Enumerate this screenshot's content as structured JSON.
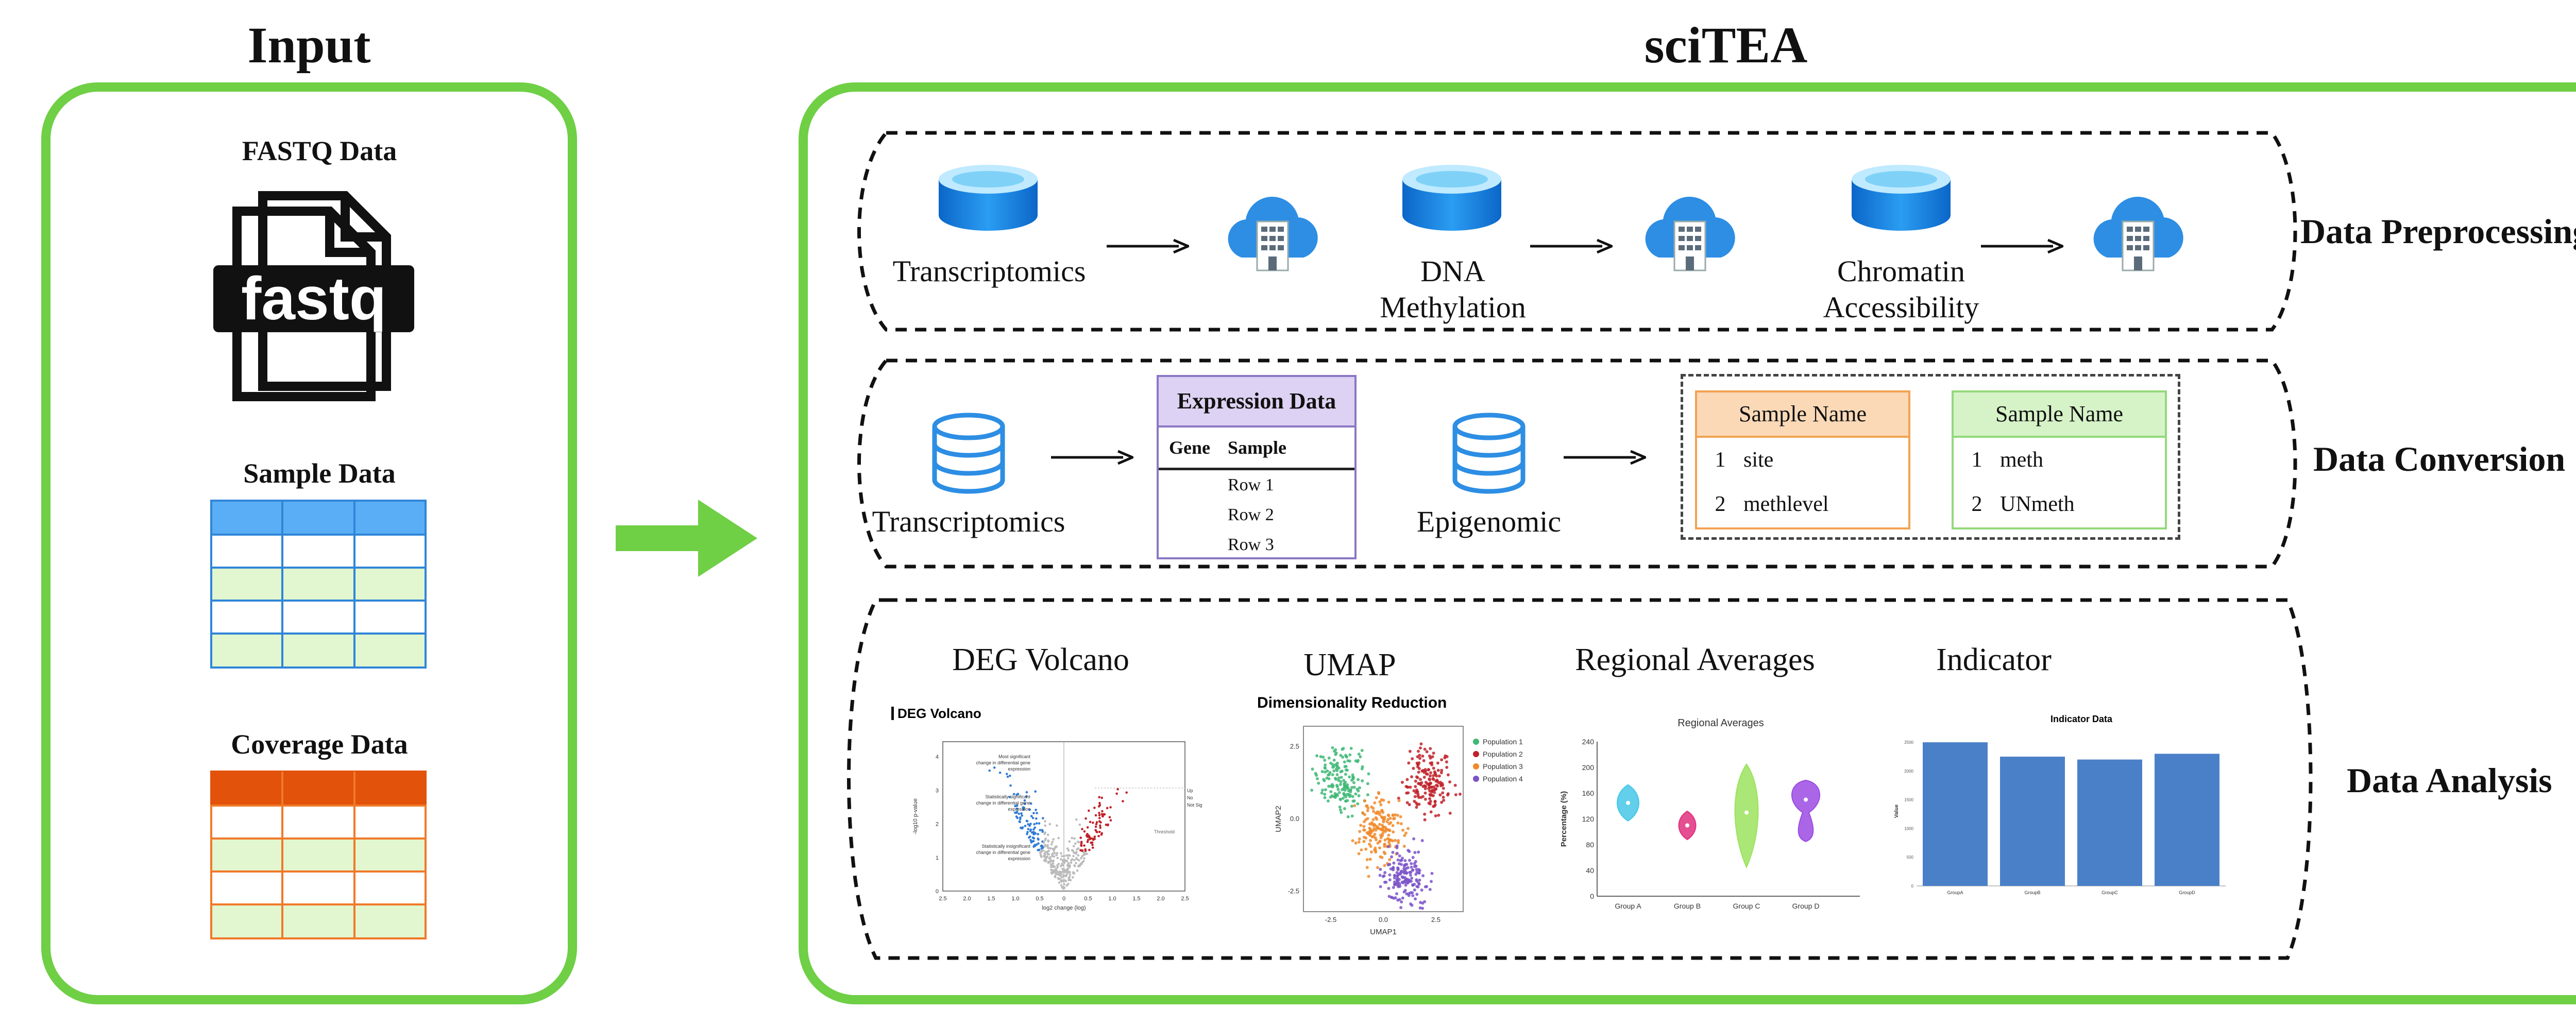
{
  "input": {
    "title": "Input",
    "fastq_label": "FASTQ Data",
    "fastq_icon_text": "fastq",
    "sample_label": "Sample Data",
    "coverage_label": "Coverage Data"
  },
  "scitea": {
    "title": "sciTEA",
    "preprocessing": {
      "side_label": "Data Preprocessing",
      "items": [
        "Transcriptomics",
        "DNA\nMethylation",
        "Chromatin\nAccessibility"
      ]
    },
    "conversion": {
      "side_label": "Data Conversion",
      "transcriptomics": "Transcriptomics",
      "epigenomic": "Epigenomic",
      "expression": {
        "title": "Expression Data",
        "col_gene": "Gene",
        "col_sample": "Sample",
        "rows": [
          "Row 1",
          "Row 2",
          "Row 3"
        ]
      },
      "sample_orange": {
        "header": "Sample Name",
        "rows": [
          [
            "1",
            "site"
          ],
          [
            "2",
            "methlevel"
          ]
        ]
      },
      "sample_green": {
        "header": "Sample Name",
        "rows": [
          [
            "1",
            "meth"
          ],
          [
            "2",
            "UNmeth"
          ]
        ]
      }
    },
    "analysis": {
      "side_label": "Data Analysis",
      "panels": [
        {
          "title": "DEG Volcano",
          "subtitle": "DEG Volcano"
        },
        {
          "title": "UMAP",
          "subtitle": "Dimensionality Reduction"
        },
        {
          "title": "Regional Averages",
          "subtitle": "Regional Averages"
        },
        {
          "title": "Indicator",
          "subtitle": "Indicator Data"
        }
      ]
    }
  },
  "colors": {
    "frame_green": "#6fcf45",
    "cylinder_blue": "#1f8fe0",
    "cloud_blue": "#2d8ee4",
    "sample_blue": "#5aaef5",
    "sample_light_green": "#e2f6cf",
    "coverage_orange": "#e2520a",
    "expression_purple": "#8b78c4",
    "orange_table": "#f1a353",
    "green_table": "#93d97b"
  },
  "chart_data": [
    {
      "type": "scatter",
      "title": "DEG Volcano",
      "xlabel": "log2 change (log)",
      "ylabel": "-log10 p-value",
      "x_ticks": [
        "2.5",
        "2.0",
        "1.5",
        "1.0",
        "0.5",
        "0",
        "0.5",
        "1.0",
        "1.5",
        "2.0",
        "2.5"
      ],
      "y_ticks": [
        "0",
        "1",
        "2",
        "3",
        "4"
      ],
      "annotations": [
        "Most significant change in differential gene expression",
        "Statistically significant change in differential gene expression",
        "Statistically insignificant change in differential gene expression",
        "Threshold"
      ],
      "legend": [
        "Up",
        "No",
        "Not Sig"
      ]
    },
    {
      "type": "scatter",
      "title": "Dimensionality Reduction",
      "xlabel": "UMAP1",
      "ylabel": "UMAP2",
      "x_ticks": [
        "-2.5",
        "0.0",
        "2.5"
      ],
      "y_ticks": [
        "-2.5",
        "0.0",
        "2.5"
      ],
      "series": [
        {
          "name": "Population 1",
          "color": "#3fb977",
          "center": [
            -2.0,
            1.4
          ]
        },
        {
          "name": "Population 2",
          "color": "#c0222a",
          "center": [
            2.2,
            1.3
          ]
        },
        {
          "name": "Population 3",
          "color": "#f08a2c",
          "center": [
            -0.2,
            -0.4
          ]
        },
        {
          "name": "Population 4",
          "color": "#7b53c9",
          "center": [
            1.0,
            -2.0
          ]
        }
      ]
    },
    {
      "type": "violin",
      "title": "Regional Averages",
      "ylabel": "Percentage (%)",
      "categories": [
        "Group A",
        "Group B",
        "Group C",
        "Group D"
      ],
      "y_ticks": [
        0,
        40,
        80,
        120,
        160,
        200,
        240
      ],
      "ylim": [
        0,
        240
      ],
      "values": [
        145,
        110,
        130,
        150
      ],
      "colors": [
        "#46c7e8",
        "#e0307e",
        "#9be35e",
        "#9c4be3"
      ]
    },
    {
      "type": "bar",
      "title": "Indicator Data",
      "ylabel": "Value",
      "categories": [
        "GroupA",
        "GroupB",
        "GroupC",
        "GroupD"
      ],
      "values": [
        2500,
        2250,
        2200,
        2300
      ],
      "ylim": [
        0,
        2600
      ],
      "color": "#4a80c8"
    }
  ]
}
